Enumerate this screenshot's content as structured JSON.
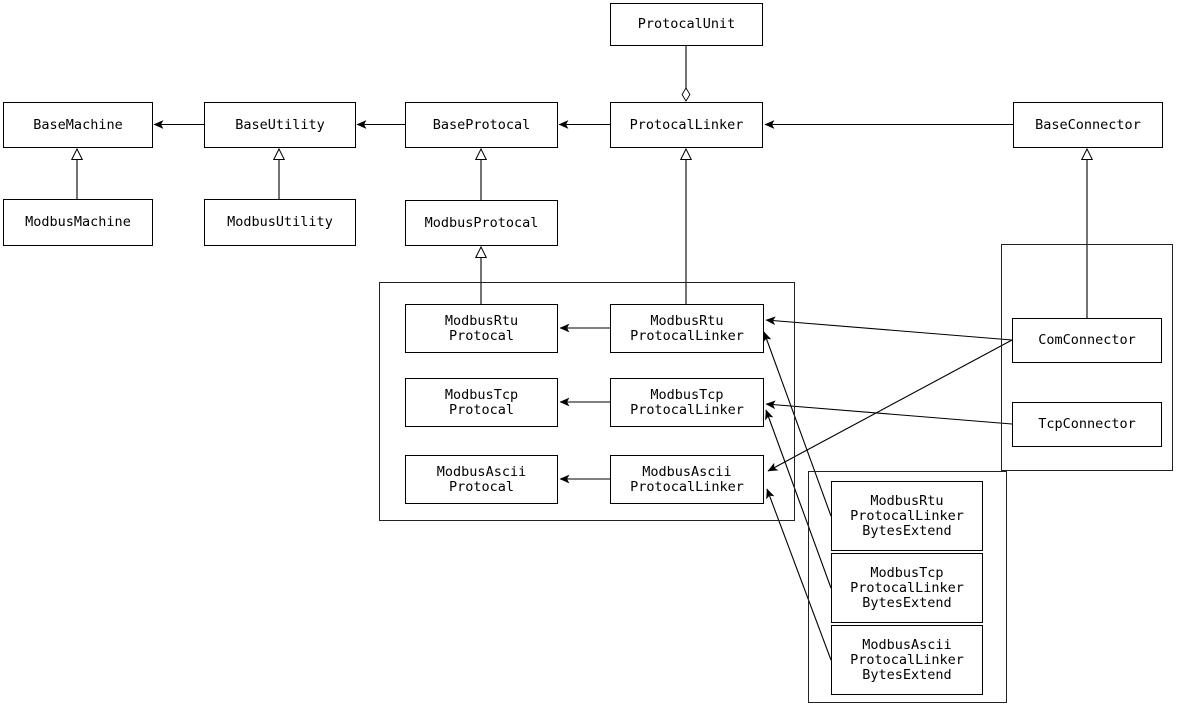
{
  "diagram": {
    "title": "Modbus protocol class hierarchy",
    "type": "uml-class-diagram",
    "background": "#ffffff",
    "line_color": "#000000",
    "box_fill": "#ffffff"
  },
  "nodes": {
    "protocal_unit": "ProtocalUnit",
    "base_machine": "BaseMachine",
    "base_utility": "BaseUtility",
    "base_protocal": "BaseProtocal",
    "protocal_linker": "ProtocalLinker",
    "base_connector": "BaseConnector",
    "modbus_machine": "ModbusMachine",
    "modbus_utility": "ModbusUtility",
    "modbus_protocal": "ModbusProtocal",
    "modbus_rtu_protocal": "ModbusRtu\nProtocal",
    "modbus_tcp_protocal": "ModbusTcp\nProtocal",
    "modbus_ascii_protocal": "ModbusAscii\nProtocal",
    "modbus_rtu_protocal_linker": "ModbusRtu\nProtocalLinker",
    "modbus_tcp_protocal_linker": "ModbusTcp\nProtocalLinker",
    "modbus_ascii_protocal_linker": "ModbusAscii\nProtocalLinker",
    "com_connector": "ComConnector",
    "tcp_connector": "TcpConnector",
    "modbus_rtu_protocal_linker_bytes_extend": "ModbusRtu\nProtocalLinker\nBytesExtend",
    "modbus_tcp_protocal_linker_bytes_extend": "ModbusTcp\nProtocalLinker\nBytesExtend",
    "modbus_ascii_protocal_linker_bytes_extend": "ModbusAscii\nProtocalLinker\nBytesExtend"
  },
  "relationships": [
    {
      "from": "ProtocalUnit",
      "to": "ProtocalLinker",
      "kind": "aggregation"
    },
    {
      "from": "BaseUtility",
      "to": "BaseMachine",
      "kind": "association"
    },
    {
      "from": "BaseProtocal",
      "to": "BaseUtility",
      "kind": "association"
    },
    {
      "from": "ProtocalLinker",
      "to": "BaseProtocal",
      "kind": "association"
    },
    {
      "from": "BaseConnector",
      "to": "ProtocalLinker",
      "kind": "association"
    },
    {
      "from": "ModbusMachine",
      "to": "BaseMachine",
      "kind": "generalization"
    },
    {
      "from": "ModbusUtility",
      "to": "BaseUtility",
      "kind": "generalization"
    },
    {
      "from": "ModbusProtocal",
      "to": "BaseProtocal",
      "kind": "generalization"
    },
    {
      "from": "ModbusRtuProtocal",
      "to": "ModbusProtocal",
      "kind": "generalization"
    },
    {
      "from": "ModbusRtuProtocalLinker",
      "to": "ProtocalLinker",
      "kind": "generalization"
    },
    {
      "from": "ComConnector",
      "to": "BaseConnector",
      "kind": "generalization"
    },
    {
      "from": "ModbusRtuProtocalLinker",
      "to": "ModbusRtuProtocal",
      "kind": "association"
    },
    {
      "from": "ModbusTcpProtocalLinker",
      "to": "ModbusTcpProtocal",
      "kind": "association"
    },
    {
      "from": "ModbusAsciiProtocalLinker",
      "to": "ModbusAsciiProtocal",
      "kind": "association"
    },
    {
      "from": "ComConnector",
      "to": "ModbusRtuProtocalLinker",
      "kind": "association"
    },
    {
      "from": "ComConnector",
      "to": "ModbusAsciiProtocalLinker",
      "kind": "association"
    },
    {
      "from": "TcpConnector",
      "to": "ModbusTcpProtocalLinker",
      "kind": "association"
    },
    {
      "from": "ModbusRtuProtocalLinkerBytesExtend",
      "to": "ModbusRtuProtocalLinker",
      "kind": "association"
    },
    {
      "from": "ModbusTcpProtocalLinkerBytesExtend",
      "to": "ModbusTcpProtocalLinker",
      "kind": "association"
    },
    {
      "from": "ModbusAsciiProtocalLinkerBytesExtend",
      "to": "ModbusAsciiProtocalLinker",
      "kind": "association"
    }
  ]
}
